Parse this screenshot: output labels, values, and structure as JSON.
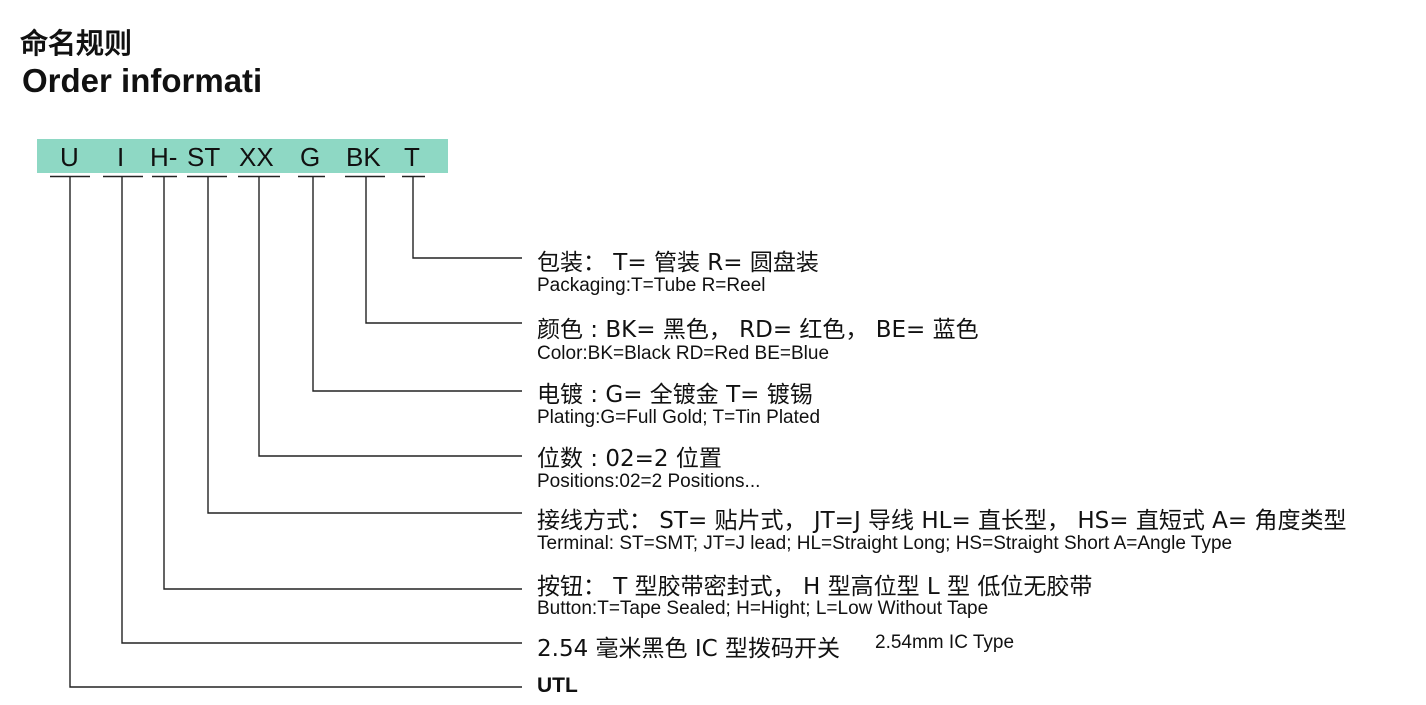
{
  "title_cn": "命名规则",
  "title_en": "Order informati",
  "code_segments": [
    "U",
    "I",
    "H-",
    "ST",
    "XX",
    "G",
    "BK",
    "T"
  ],
  "rows": [
    {
      "cn": "包装： T= 管装 R= 圆盘装",
      "en": "Packaging:T=Tube   R=Reel"
    },
    {
      "cn": "颜色 : BK= 黑色， RD= 红色， BE= 蓝色",
      "en": "Color:BK=Black   RD=Red   BE=Blue"
    },
    {
      "cn": "电镀 : G= 全镀金 T= 镀锡",
      "en": "Plating:G=Full Gold; T=Tin Plated"
    },
    {
      "cn": "位数 : 02=2 位置",
      "en": "Positions:02=2 Positions..."
    },
    {
      "cn": "接线方式： ST= 贴片式， JT=J 导线 HL= 直长型， HS= 直短式  A= 角度类型",
      "en": "Terminal: ST=SMT;  JT=J lead;  HL=Straight Long;   HS=Straight Short  A=Angle Type"
    },
    {
      "cn": "按钮： T 型胶带密封式， H 型高位型  L 型 低位无胶带",
      "en": "Button:T=Tape Sealed;  H=Hight;  L=Low Without Tape"
    },
    {
      "cn": "2.54 毫米黑色 IC 型拨码开关",
      "en": "2.54mm IC Type"
    },
    {
      "cn": "UTL",
      "en": ""
    }
  ],
  "colors": {
    "code_bar": "#8ed8c4",
    "line": "#222222"
  }
}
